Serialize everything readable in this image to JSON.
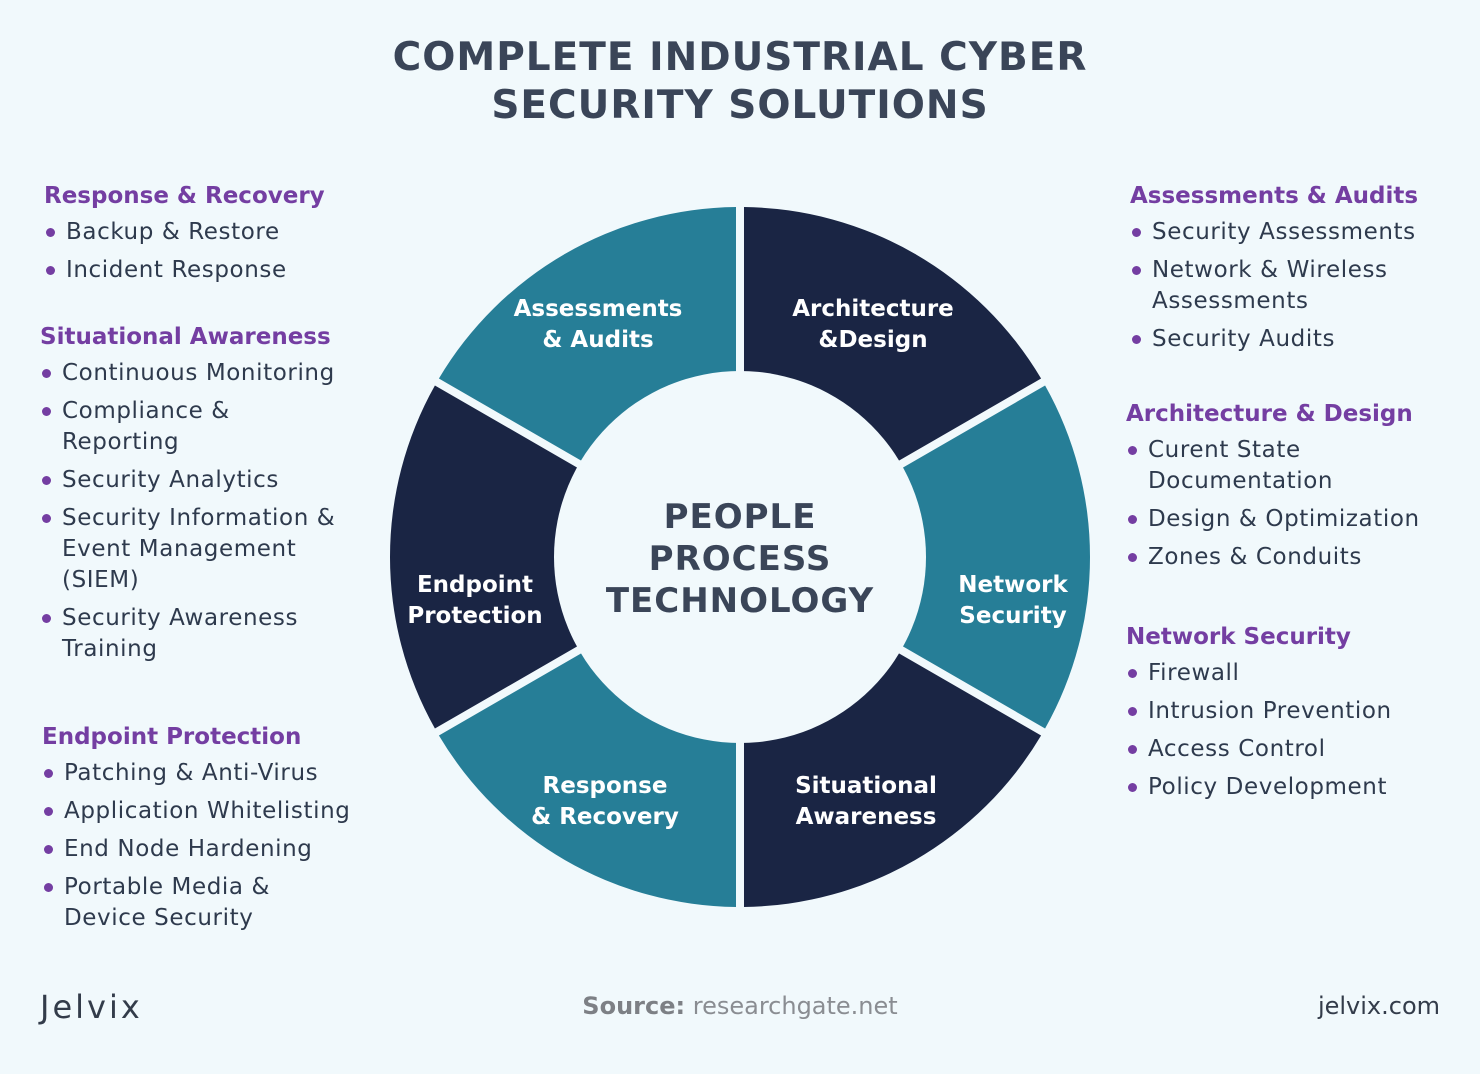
{
  "title": {
    "line1": "COMPLETE INDUSTRIAL CYBER",
    "line2": "SECURITY SOLUTIONS"
  },
  "center": {
    "line1": "PEOPLE",
    "line2": "PROCESS",
    "line3": "TECHNOLOGY"
  },
  "segments": [
    {
      "line1": "Architecture",
      "line2": "&Design",
      "color": "#1a2544"
    },
    {
      "line1": "Network",
      "line2": "Security",
      "color": "#267e97"
    },
    {
      "line1": "Situational",
      "line2": "Awareness",
      "color": "#1a2544"
    },
    {
      "line1": "Response",
      "line2": "& Recovery",
      "color": "#267e97"
    },
    {
      "line1": "Endpoint",
      "line2": "Protection",
      "color": "#1a2544"
    },
    {
      "line1": "Assessments",
      "line2": "& Audits",
      "color": "#267e97"
    }
  ],
  "left_groups": [
    {
      "heading": "Response & Recovery",
      "items": [
        "Backup & Restore",
        "Incident Response"
      ]
    },
    {
      "heading": "Situational Awareness",
      "items": [
        "Continuous Monitoring",
        "Compliance & Reporting",
        "Security Analytics",
        "Security Information & Event Management (SIEM)",
        "Security Awareness Training"
      ]
    },
    {
      "heading": "Endpoint Protection",
      "items": [
        "Patching & Anti-Virus",
        "Application Whitelisting",
        "End Node Hardening",
        "Portable Media & Device Security"
      ]
    }
  ],
  "right_groups": [
    {
      "heading": "Assessments & Audits",
      "items": [
        "Security Assessments",
        "Network & Wireless Assessments",
        "Security Audits"
      ]
    },
    {
      "heading": "Architecture & Design",
      "items": [
        "Curent State Documentation",
        "Design & Optimization",
        "Zones & Conduits"
      ]
    },
    {
      "heading": "Network Security",
      "items": [
        "Firewall",
        "Intrusion Prevention",
        "Access Control",
        "Policy Development"
      ]
    }
  ],
  "footer": {
    "logo": "Jelvix",
    "source_label": "Source:",
    "source_value": "researchgate.net",
    "site": "jelvix.com"
  },
  "colors": {
    "heading": "#743ea2",
    "dark_segment": "#1a2544",
    "teal_segment": "#267e97",
    "background": "#f1f9fc"
  }
}
